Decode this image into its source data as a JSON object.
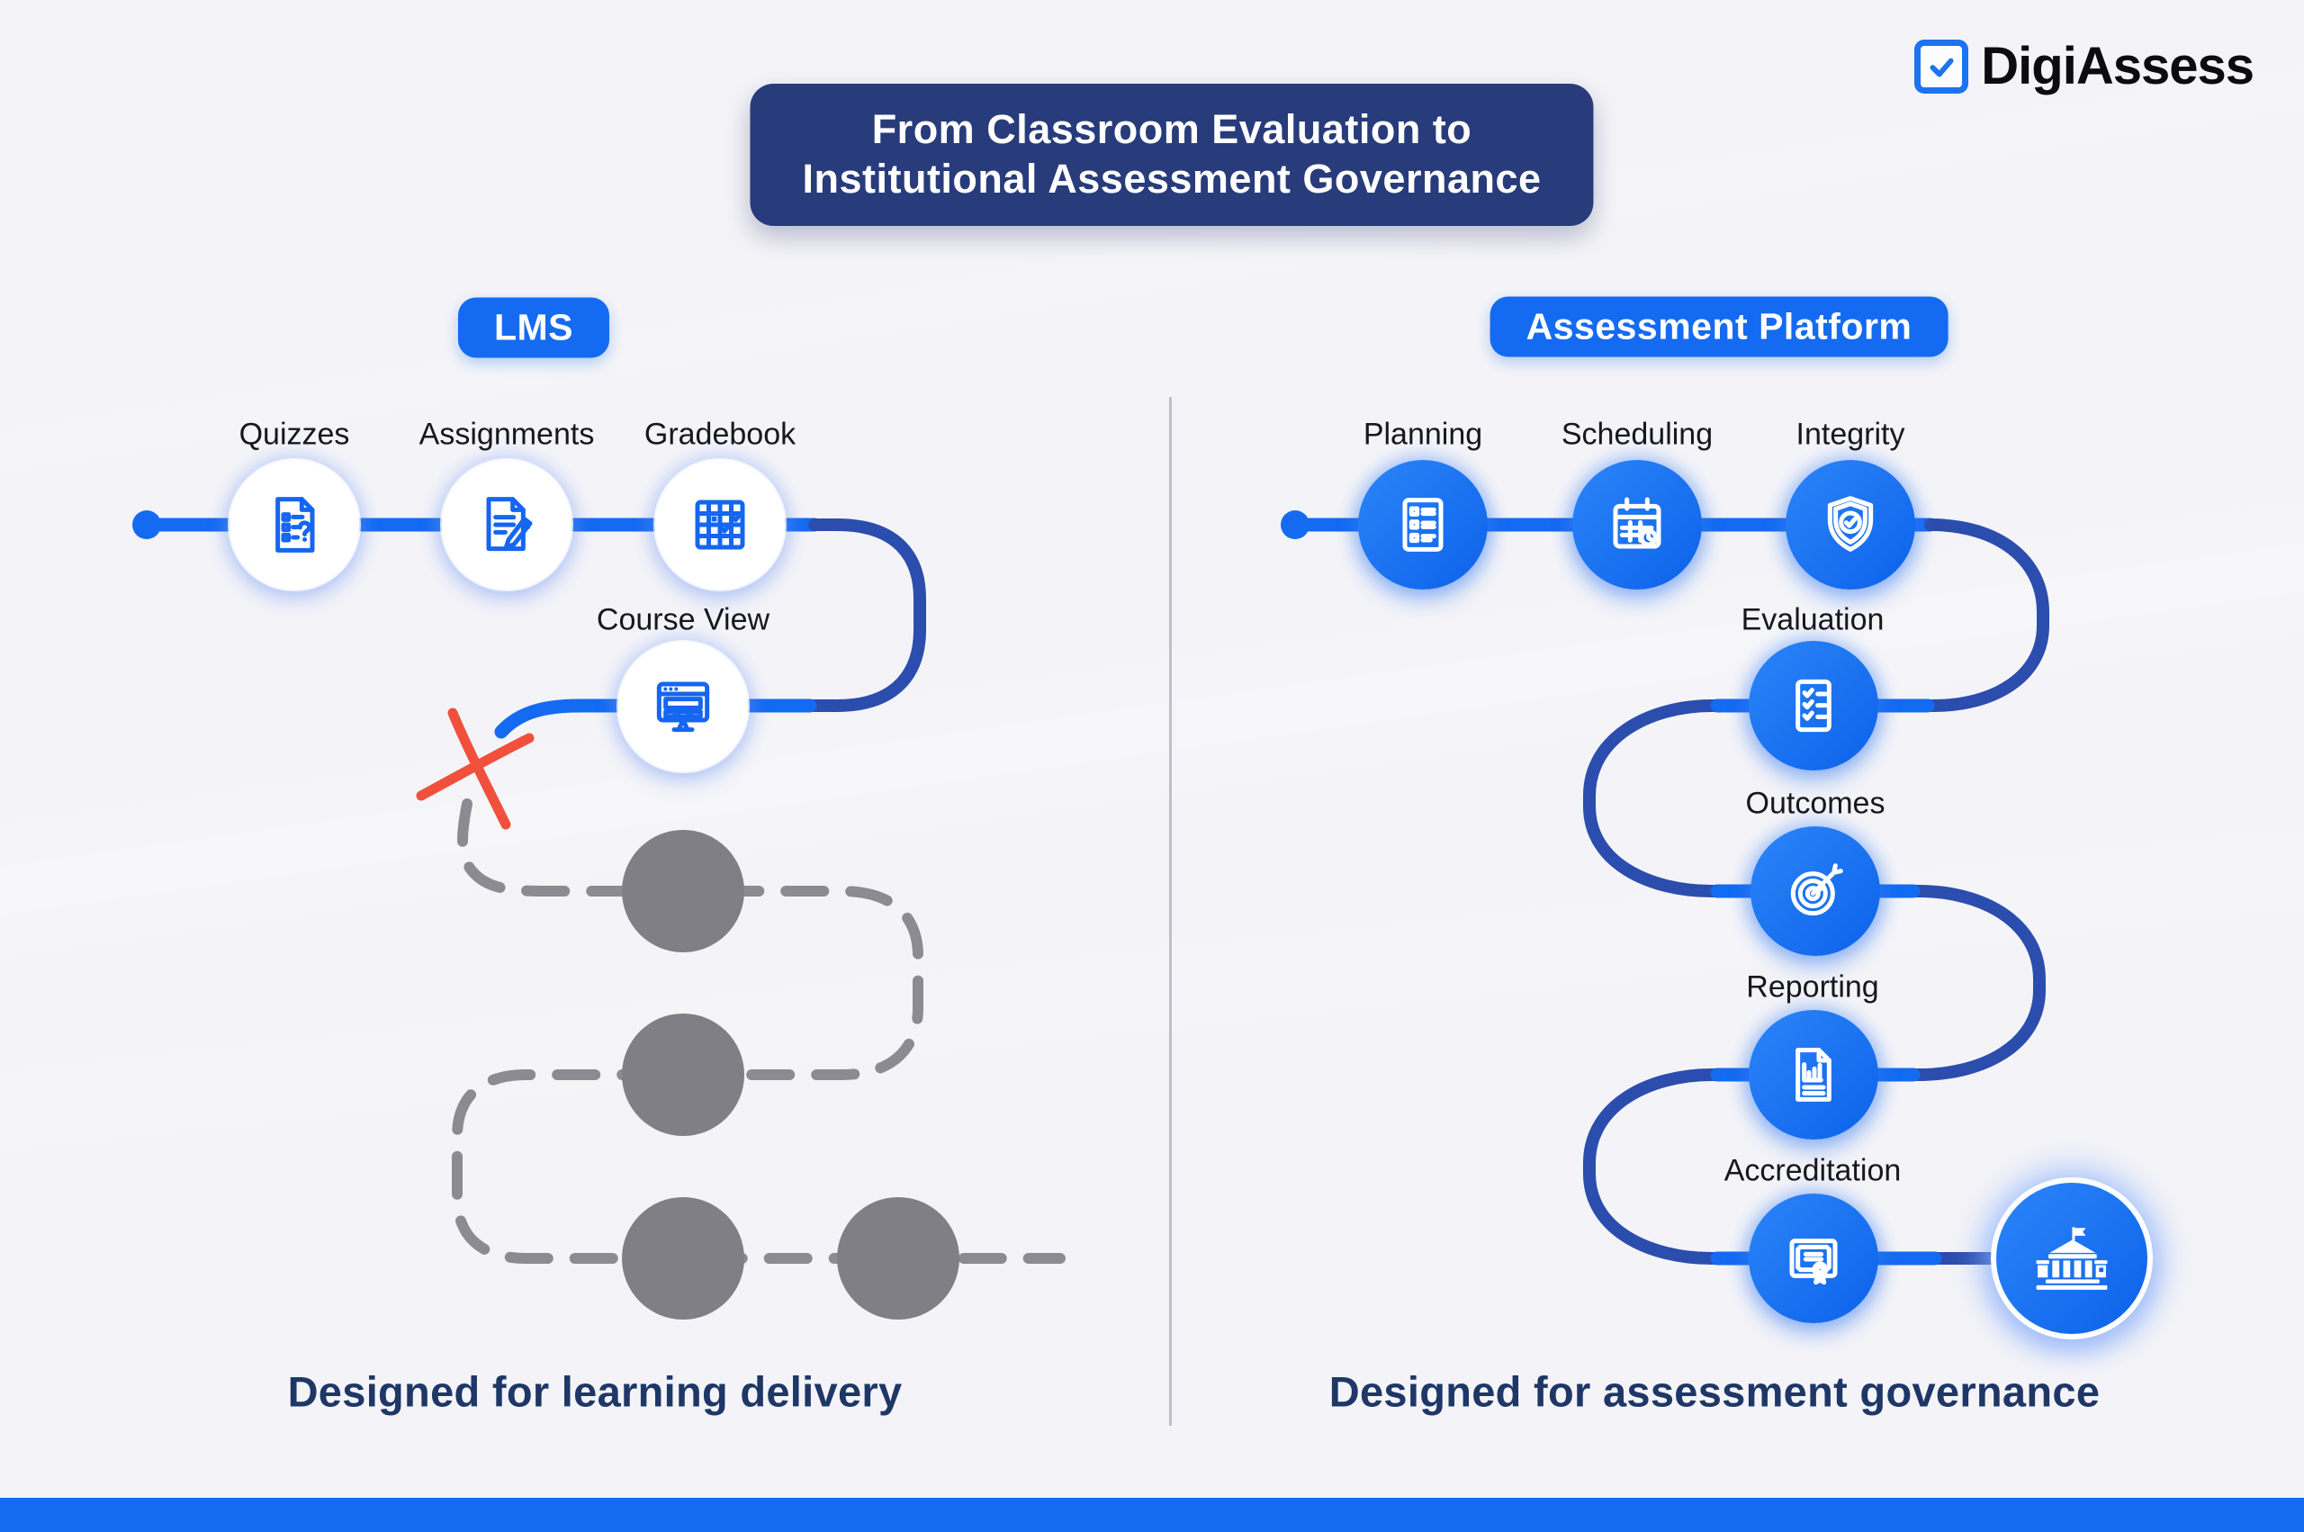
{
  "brand": {
    "name": "DigiAssess",
    "checkbox_icon": "checked-checkbox-icon"
  },
  "header": {
    "title_line1": "From Classroom Evaluation to",
    "title_line2": "Institutional Assessment Governance"
  },
  "left_panel": {
    "badge": "LMS",
    "nodes": [
      {
        "label": "Quizzes",
        "icon": "quiz-document-icon"
      },
      {
        "label": "Assignments",
        "icon": "assignment-pencil-icon"
      },
      {
        "label": "Gradebook",
        "icon": "gradebook-grid-icon"
      },
      {
        "label": "Course View",
        "icon": "course-view-monitor-icon"
      }
    ],
    "broken_path_note": "path ends in red X then gray dashed route with 4 empty gray nodes",
    "caption": "Designed for learning delivery"
  },
  "right_panel": {
    "badge": "Assessment Platform",
    "nodes": [
      {
        "label": "Planning",
        "icon": "planning-checklist-icon"
      },
      {
        "label": "Scheduling",
        "icon": "scheduling-calendar-icon"
      },
      {
        "label": "Integrity",
        "icon": "integrity-shield-icon"
      },
      {
        "label": "Evaluation",
        "icon": "evaluation-checklist-icon"
      },
      {
        "label": "Outcomes",
        "icon": "outcomes-target-icon"
      },
      {
        "label": "Reporting",
        "icon": "reporting-chart-icon"
      },
      {
        "label": "Accreditation",
        "icon": "accreditation-certificate-icon"
      }
    ],
    "terminal_icon": "institution-building-icon",
    "caption": "Designed for assessment governance"
  },
  "colors": {
    "accent_blue": "#146bf1",
    "deep_link_blue": "#2b4dad",
    "navy_title": "#283b7b",
    "caption_navy": "#1e3766",
    "gray_path": "#8b8b91",
    "gray_node": "#7f7f85",
    "red_x": "#f0503c",
    "bg": "#f4f4f8"
  }
}
